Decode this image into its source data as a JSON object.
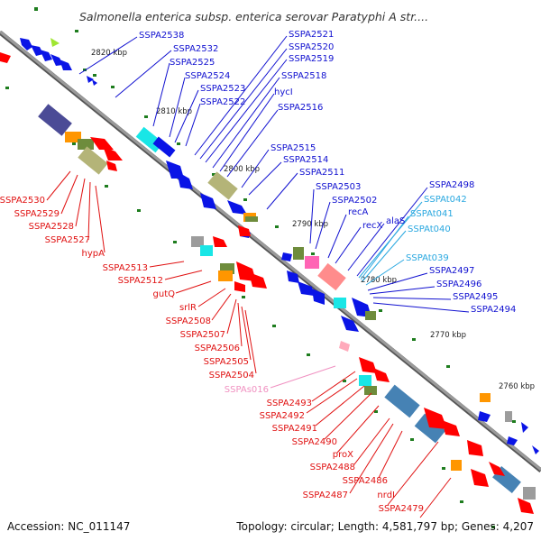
{
  "title": "Salmonella enterica subsp. enterica serovar Paratyphi A str....",
  "footer": {
    "accession": "Accession: NC_011147",
    "summary": "Topology: circular; Length: 4,581,797 bp; Genes: 4,207"
  },
  "colors": {
    "backbone": "#8c8c8c",
    "forward_label": "#1010d0",
    "reverse_label": "#e01010",
    "trna_label": "#2aa8e0",
    "srna_label": "#f090c0",
    "cds_forward": "#0a14e6",
    "cds_reverse": "#ff0000",
    "trna": "#19e6e6",
    "rrna_tan": "#b4b478",
    "rrna_navy": "#4b4b96",
    "pseudo": "#9c9c9c",
    "misc_green": "#6e8c3c",
    "misc_orange": "#ff9600",
    "misc_pink": "#ff64b4",
    "misc_salmon": "#ff8c8c",
    "tick_dot": "#1e7d1e"
  },
  "kbp_ticks": [
    "2820 kbp",
    "2810 kbp",
    "2800 kbp",
    "2790 kbp",
    "2780 kbp",
    "2770 kbp",
    "2760 kbp"
  ],
  "forward_labels": [
    "SSPA2538",
    "SSPA2532",
    "SSPA2525",
    "SSPA2524",
    "SSPA2523",
    "SSPA2522",
    "SSPA2521",
    "SSPA2520",
    "SSPA2519",
    "SSPA2518",
    "hycI",
    "SSPA2516",
    "SSPA2515",
    "SSPA2514",
    "SSPA2511",
    "SSPA2503",
    "SSPA2502",
    "recA",
    "recX",
    "alaS",
    "SSPA2498",
    "SSPA2497",
    "SSPA2496",
    "SSPA2495",
    "SSPA2494"
  ],
  "trna_labels": [
    "SSPAt042",
    "SSPAt041",
    "SSPAt040",
    "SSPAt039"
  ],
  "reverse_labels": [
    "SSPA2530",
    "SSPA2529",
    "SSPA2528",
    "SSPA2527",
    "hypA",
    "SSPA2513",
    "SSPA2512",
    "gutQ",
    "srlR",
    "SSPA2508",
    "SSPA2507",
    "SSPA2506",
    "SSPA2505",
    "SSPA2504",
    "SSPA2493",
    "SSPA2492",
    "SSPA2491",
    "SSPA2490",
    "proX",
    "SSPA2488",
    "SSPA2486",
    "SSPA2487",
    "nrdI",
    "SSPA2479"
  ],
  "srna_labels": [
    "SSPAs016"
  ]
}
